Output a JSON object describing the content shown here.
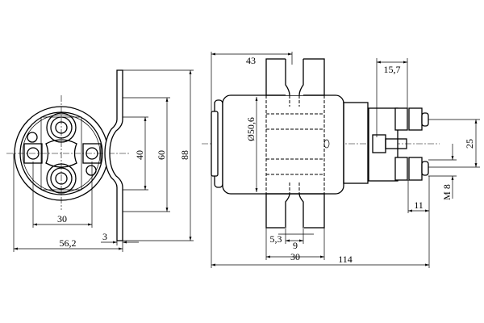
{
  "front_view": {
    "dims": {
      "height_total": "88",
      "hole_spacing_outer": "60",
      "hole_spacing_inner": "40",
      "terminal_spacing": "30",
      "width": "56,2",
      "bracket_thickness": "3"
    }
  },
  "side_view": {
    "dims": {
      "bracket_offset": "43",
      "diameter": "Ø50,6",
      "terminal_depth": "15,7",
      "stud_spacing": "25",
      "thread": "M 8",
      "stud_length": "11",
      "slot_width": "5,3",
      "slot_length": "9",
      "bracket_width": "30",
      "total_length": "114"
    }
  }
}
